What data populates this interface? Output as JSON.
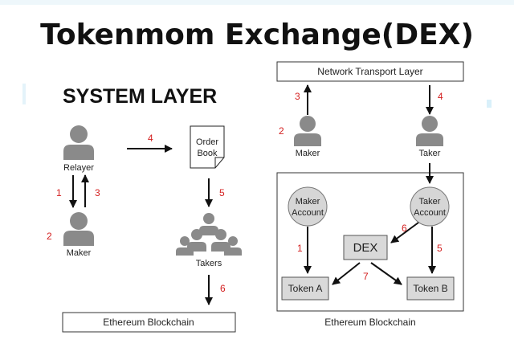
{
  "title": "Tokenmom Exchange(DEX)",
  "left": {
    "heading": "SYSTEM LAYER",
    "relayer": "Relayer",
    "maker": "Maker",
    "order_book_line1": "Order",
    "order_book_line2": "Book",
    "takers": "Takers",
    "blockchain": "Ethereum Blockchain",
    "steps": {
      "s1": "1",
      "s2": "2",
      "s3": "3",
      "s4": "4",
      "s5": "5",
      "s6": "6"
    }
  },
  "right": {
    "network": "Network Transport Layer",
    "maker": "Maker",
    "taker": "Taker",
    "maker_account_line1": "Maker",
    "maker_account_line2": "Account",
    "taker_account_line1": "Taker",
    "taker_account_line2": "Account",
    "dex": "DEX",
    "token_a": "Token A",
    "token_b": "Token B",
    "blockchain": "Ethereum Blockchain",
    "steps": {
      "s1": "1",
      "s2": "2",
      "s3": "3",
      "s4": "4",
      "s5": "5",
      "s6": "6",
      "s7": "7"
    }
  },
  "colors": {
    "step_number": "#d42020",
    "person_icon": "#8a8a8a",
    "box_fill": "#d9d9d9",
    "circle_fill": "#d6d6d6"
  }
}
